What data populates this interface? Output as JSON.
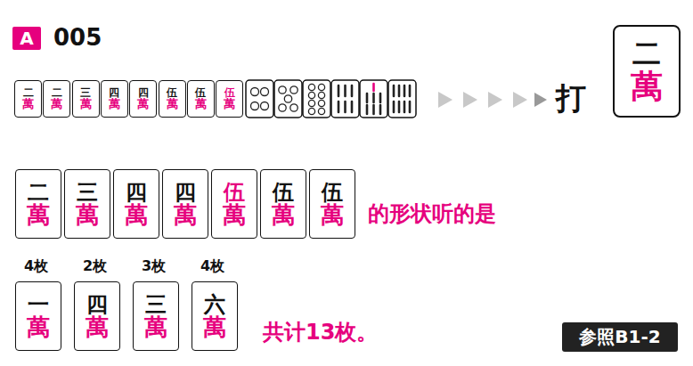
{
  "diagram": {
    "nodes": [
      {
        "text": [
          "A"
        ]
      },
      {
        "text": [
          "二",
          "萬"
        ]
      },
      {
        "text": [
          "二",
          "萬"
        ]
      },
      {
        "text": [
          "三",
          "萬"
        ]
      },
      {
        "text": [
          "四",
          "萬"
        ]
      },
      {
        "text": [
          "四",
          "萬"
        ]
      },
      {
        "text": [
          "伍",
          "萬"
        ]
      },
      {
        "text": [
          "伍",
          "萬"
        ]
      },
      {
        "text": [
          "伍",
          "萬"
        ]
      },
      {
        "text": [
          "二",
          "萬"
        ]
      },
      {
        "text": [
          "二",
          "萬"
        ]
      },
      {
        "text": [
          "三",
          "萬"
        ]
      },
      {
        "text": [
          "四",
          "萬"
        ]
      },
      {
        "text": [
          "四",
          "萬"
        ]
      },
      {
        "text": [
          "伍",
          "萬"
        ]
      },
      {
        "text": [
          "伍",
          "萬"
        ]
      },
      {
        "text": [
          "伍",
          "萬"
        ]
      },
      {
        "text": [
          "一",
          "萬"
        ]
      },
      {
        "text": [
          "四",
          "萬"
        ]
      },
      {
        "text": [
          "三",
          "萬"
        ]
      },
      {
        "text": [
          "六",
          "萬"
        ]
      },
      {
        "text": [
          "参照B1-2"
        ]
      }
    ],
    "labels": [
      "005",
      "打",
      "的形状听的是",
      "4枚",
      "2枚",
      "3枚",
      "4枚",
      "共计13枚。"
    ]
  }
}
